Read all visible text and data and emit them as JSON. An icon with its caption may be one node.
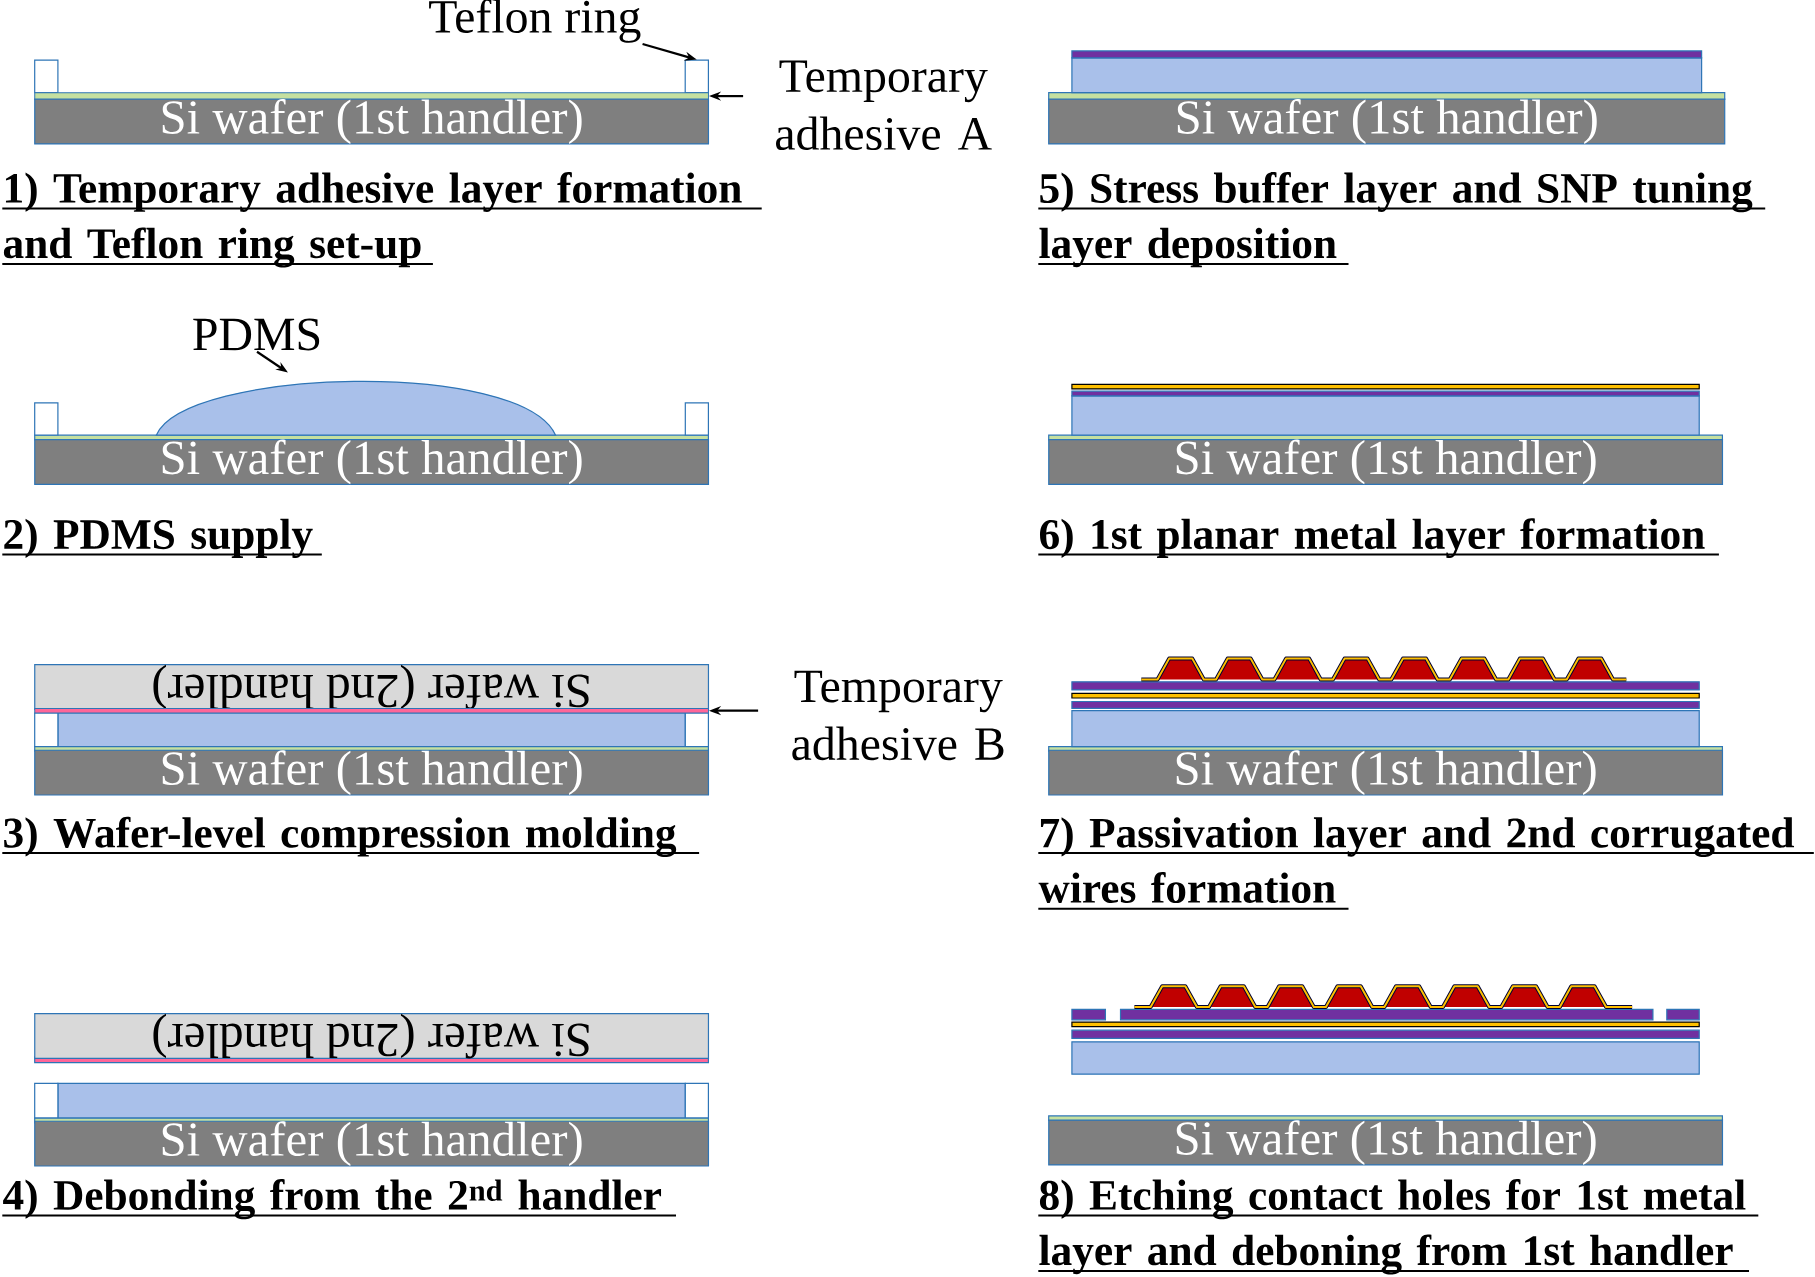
{
  "diagram": {
    "nodes": [
      {
        "text": [
          "Teflon ring"
        ]
      },
      {
        "text": [],
        "shape": "box"
      },
      {
        "text": [
          "Temporary adhesive A"
        ]
      },
      {
        "text": [],
        "shape": "bar"
      },
      {
        "text": [
          "Si wafer (1st handler)"
        ]
      },
      {
        "text": [
          "PDMS"
        ]
      },
      {
        "text": [],
        "shape": "dome"
      },
      {
        "text": [
          "Si wafer (1st handler)"
        ]
      },
      {
        "text": [
          "Si wafer (2nd handler)"
        ]
      },
      {
        "text": [
          "Temporary adhesive B"
        ]
      },
      {
        "text": [],
        "shape": "bar"
      },
      {
        "text": [
          "Si wafer (1st handler)"
        ]
      },
      {
        "text": [
          "Si wafer (2nd handler)"
        ]
      },
      {
        "text": [
          "Si wafer (1st handler)"
        ]
      },
      {
        "text": [
          "Si wafer (1st handler)"
        ]
      },
      {
        "text": [
          "Si wafer (1st handler)"
        ]
      },
      {
        "text": [
          "Si wafer (1st handler)"
        ]
      },
      {
        "text": [
          "Si wafer (1st handler)"
        ]
      }
    ],
    "edges": [
      {
        "from": 0,
        "to": 1,
        "arrow": "to"
      },
      {
        "from": 2,
        "to": 3,
        "arrow": "to"
      },
      {
        "from": 5,
        "to": 6,
        "arrow": "to"
      },
      {
        "from": 9,
        "to": 10,
        "arrow": "to"
      }
    ],
    "labels": [
      "1) Temporary adhesive layer formation and Teflon ring set-up",
      "5) Stress buffer layer and SNP tuning layer deposition",
      "2) PDMS supply",
      "6) 1st planar metal layer formation",
      "3) Wafer-level compression molding",
      "7) Passivation layer and 2nd corrugated wires formation",
      "4) Debonding from the 2$^{nd}$ handler",
      "8) Etching contact holes for 1st metal layer and deboning from 1st handler"
    ]
  }
}
